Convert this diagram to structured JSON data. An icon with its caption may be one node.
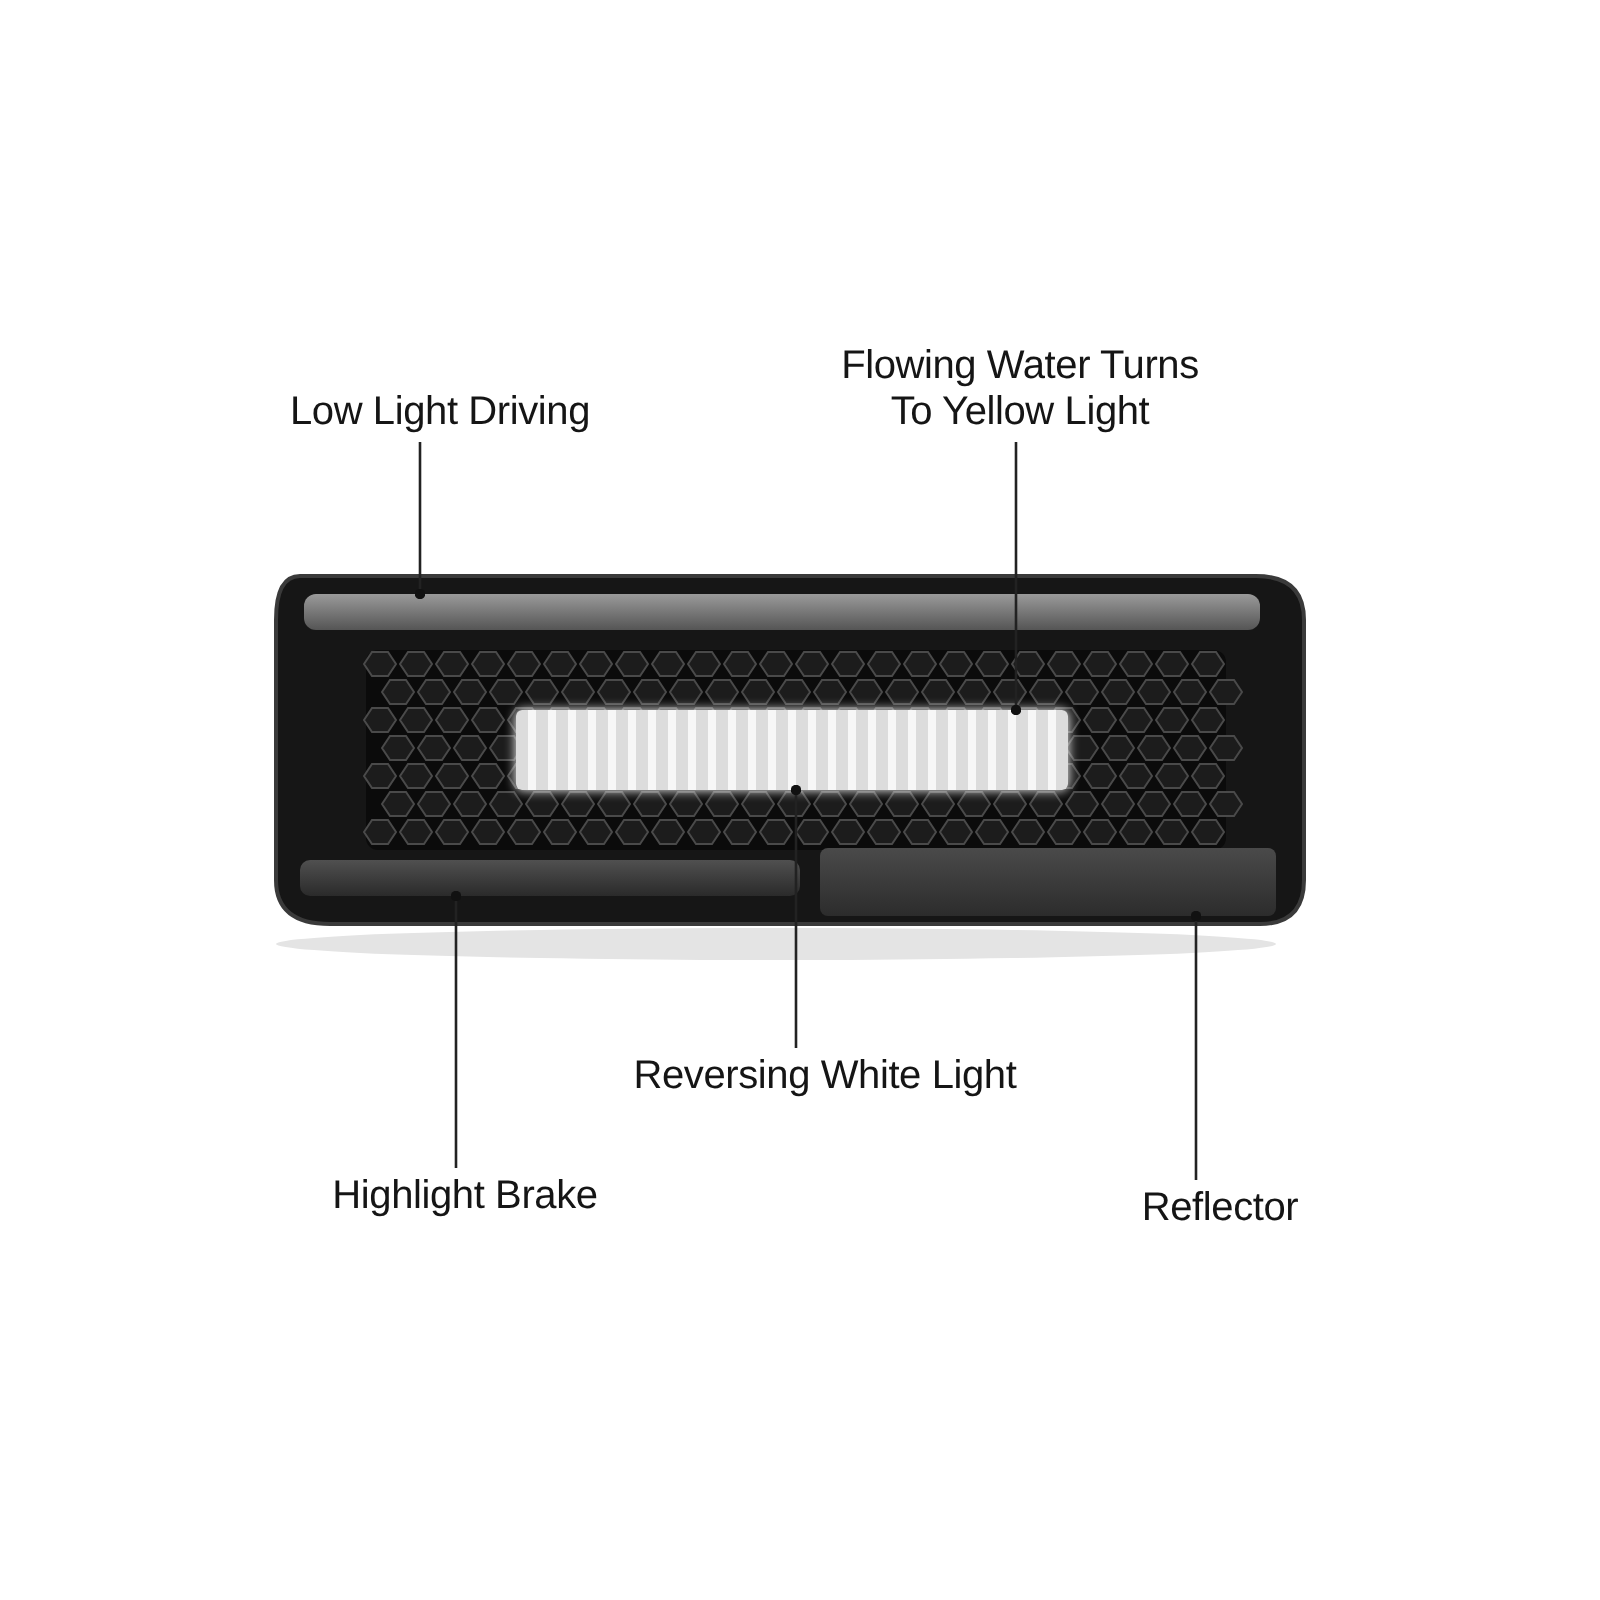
{
  "diagram": {
    "nodes": [
      {
        "text": [
          "Low Light Driving"
        ]
      },
      {
        "text": [
          "Flowing Water Turns To Yellow Light"
        ]
      },
      {
        "text": [
          "Reversing White Light"
        ]
      },
      {
        "text": [
          "Highlight Brake"
        ]
      },
      {
        "text": [
          "Reflector"
        ]
      },
      {
        "text": [],
        "shape": "bar"
      },
      {
        "text": [],
        "shape": "bar"
      },
      {
        "text": [],
        "shape": "bar"
      },
      {
        "text": [],
        "shape": "bar"
      }
    ],
    "edges": [
      {
        "from": 0,
        "to": 5,
        "arrow": "other"
      },
      {
        "from": 1,
        "to": 6,
        "arrow": "other"
      },
      {
        "from": 2,
        "to": 6,
        "arrow": "other"
      },
      {
        "from": 3,
        "to": 8,
        "arrow": "other"
      },
      {
        "from": 4,
        "to": 7,
        "arrow": "other"
      }
    ]
  }
}
